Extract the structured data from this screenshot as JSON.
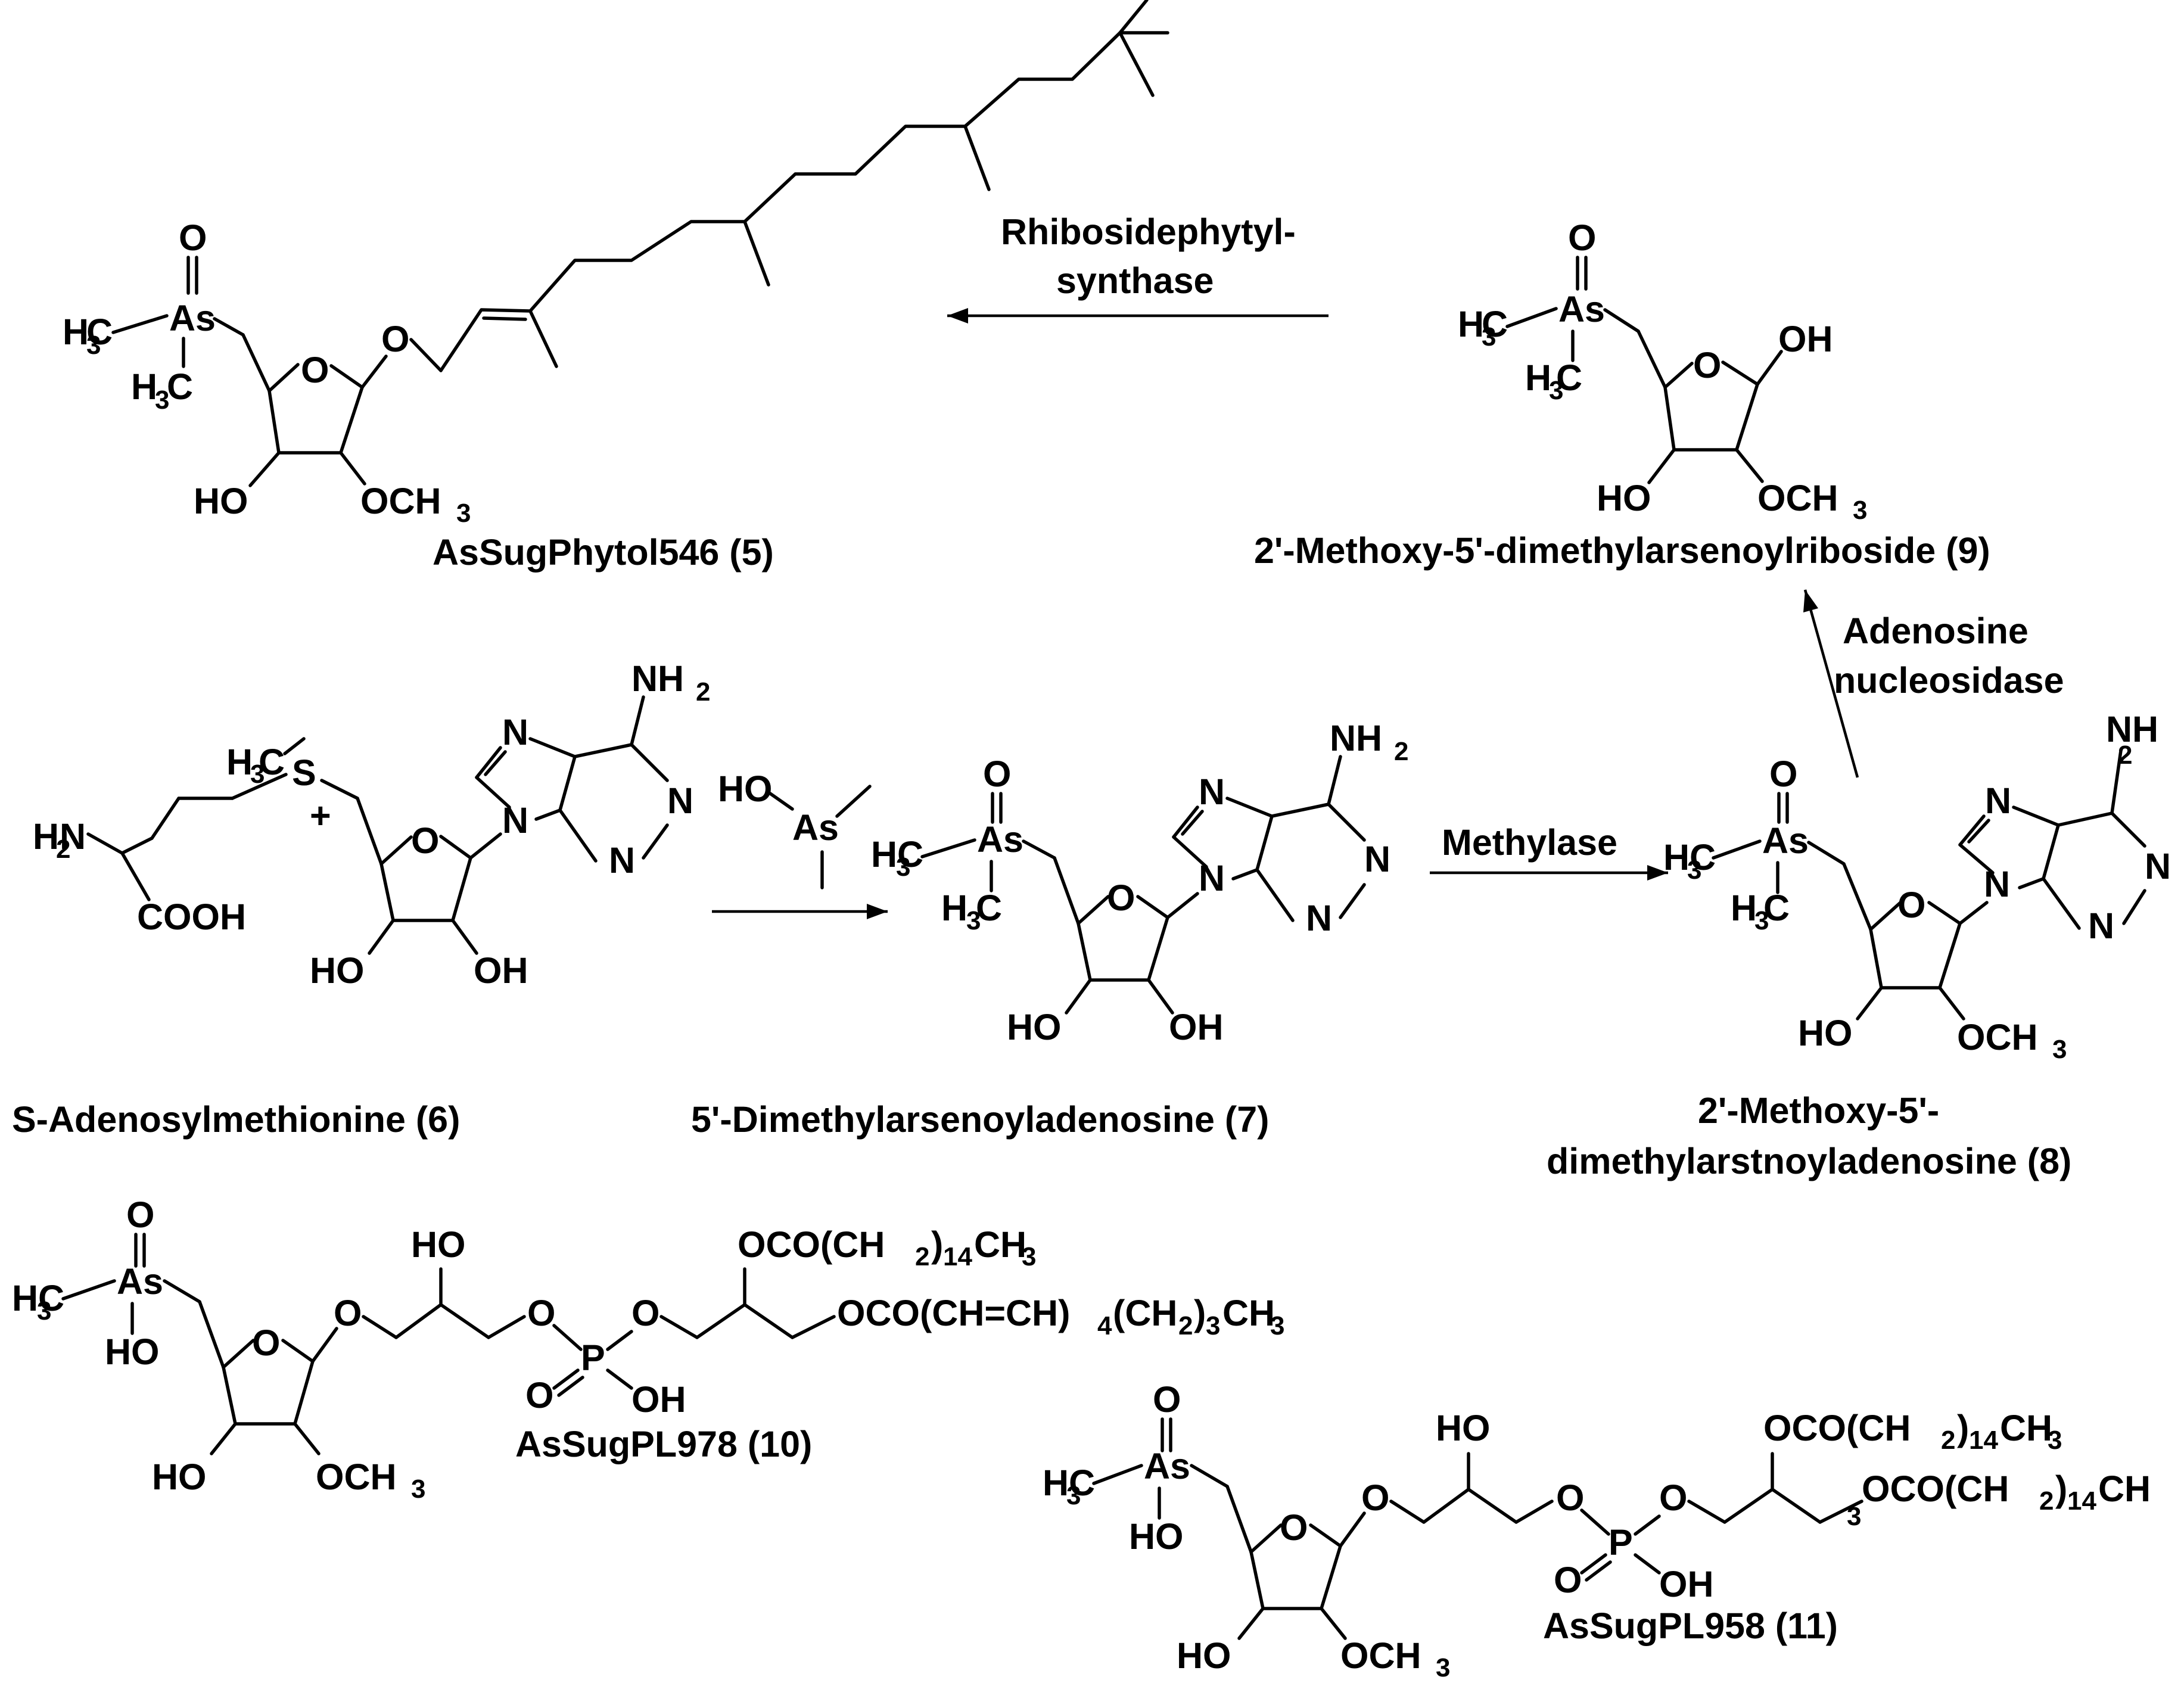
{
  "compounds": {
    "c5": {
      "label": "AsSugPhytol546 (5)"
    },
    "c6": {
      "label": "S-Adenosylmethionine (6)"
    },
    "c7": {
      "label": "5'-Dimethylarsenoyladenosine (7)"
    },
    "c8": {
      "label_line1": "2'-Methoxy-5'-",
      "label_line2": "dimethylarstnoyladenosine (8)"
    },
    "c9": {
      "label": "2'-Methoxy-5'-dimethylarsenoylriboside (9)"
    },
    "c10": {
      "label": "AsSugPL978 (10)"
    },
    "c11": {
      "label": "AsSugPL958 (11)"
    }
  },
  "enzymes": {
    "rps": {
      "line1": "Rhibosidephytyl-",
      "line2": "synthase"
    },
    "an": {
      "line1": "Adenosine",
      "line2": "nucleosidase"
    },
    "methylase": "Methylase"
  },
  "atoms": {
    "O": "O",
    "As": "As",
    "H": "H",
    "C": "C",
    "three": "3",
    "two": "2",
    "HO": "HO",
    "OH": "OH",
    "OCH": "OCH",
    "N": "N",
    "NH": "NH",
    "S": "S",
    "plus": "+",
    "P": "P",
    "COOH": "COOH",
    "HN": "H",
    "N2": "N",
    "OCO_CH2": "OCO(CH",
    "CH2_close": ")",
    "fourteen": "14",
    "CH3": "CH",
    "OCO_CH_eq": "OCO(CH=CH)",
    "four": "4",
    "open_CH2": "(CH",
    "CH": "CH"
  }
}
